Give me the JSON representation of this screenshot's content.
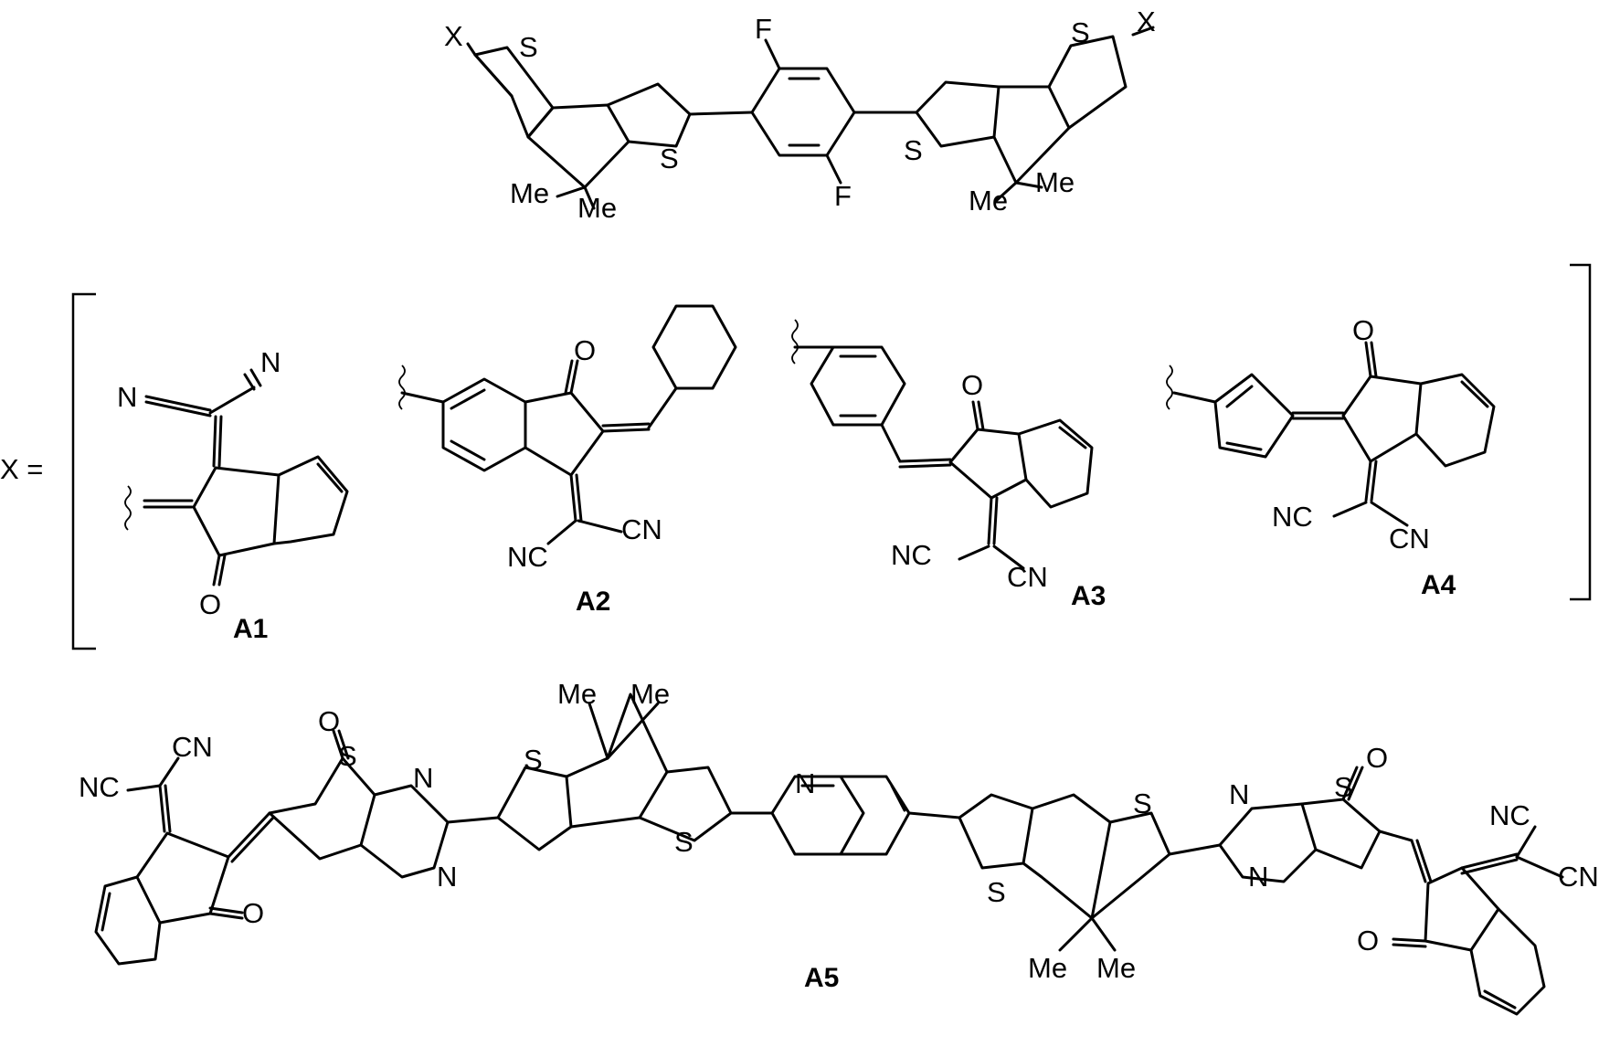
{
  "atoms": {
    "X": "X",
    "S": "S",
    "F": "F",
    "Me": "Me",
    "N": "N",
    "O": "O",
    "NC": "NC",
    "CN": "CN"
  },
  "x_definition": "X =",
  "labels": {
    "a1": "A1",
    "a2": "A2",
    "a3": "A3",
    "a4": "A4",
    "a5": "A5"
  }
}
